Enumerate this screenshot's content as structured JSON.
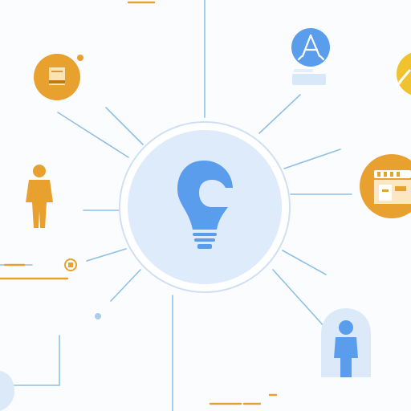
{
  "palette": {
    "background": "#fbfcfe",
    "line_blue": "#8fc0e6",
    "hub_fill": "#deebfb",
    "hub_ring": "#cfe0f4",
    "primary_blue": "#5b9ded",
    "accent_orange": "#e8a02e",
    "accent_yellow": "#f0c22e"
  },
  "hub": {
    "icon": "lightbulb-icon"
  },
  "nodes": [
    {
      "id": "document-node",
      "icon": "document-icon",
      "color": "#e8a02e"
    },
    {
      "id": "person-node-left",
      "icon": "person-icon",
      "color": "#e8a02e"
    },
    {
      "id": "app-node",
      "icon": "pen-tool-icon",
      "color": "#5b9ded"
    },
    {
      "id": "building-node",
      "icon": "storefront-icon",
      "color": "#e8a02e"
    },
    {
      "id": "pencil-node",
      "icon": "pencil-icon",
      "color": "#f0c22e"
    },
    {
      "id": "person-node-right",
      "icon": "person-icon",
      "color": "#5b9ded"
    },
    {
      "id": "small-box-node",
      "icon": "box-icon",
      "color": "#e8a02e"
    }
  ]
}
